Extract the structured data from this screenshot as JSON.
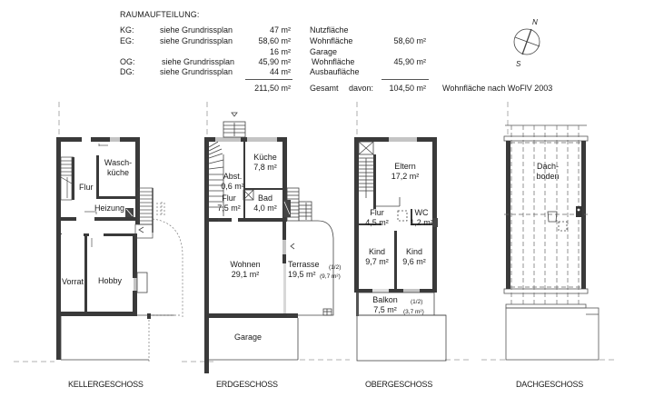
{
  "summary": {
    "title": "RAUMAUFTEILUNG:",
    "rows": [
      {
        "floor": "KG:",
        "ref": "siehe Grundrissplan",
        "area": "47 m²",
        "type": "Nutzfläche",
        "living": ""
      },
      {
        "floor": "EG:",
        "ref": "siehe Grundrissplan",
        "area": "58,60 m²",
        "type": "Wohnfläche",
        "living": "58,60 m²"
      },
      {
        "floor": "",
        "ref": "",
        "area": "16 m²",
        "type": "Garage",
        "living": ""
      },
      {
        "floor": "OG:",
        "ref": "siehe Grundrissplan",
        "area": "45,90 m²",
        "type": "Wohnfläche",
        "living": "45,90 m²"
      },
      {
        "floor": "DG:",
        "ref": "siehe Grundrissplan",
        "area": "44 m²",
        "type": "Ausbaufläche",
        "living": ""
      }
    ],
    "total_area": "211,50 m²",
    "total_label": "Gesamt",
    "davon_label": "davon:",
    "living_total": "104,50 m²",
    "living_note": "Wohnfläche nach WoFlV 2003"
  },
  "compass": {
    "north": "N",
    "south": "S",
    "icon": "compass-icon"
  },
  "floors": {
    "keller": {
      "name": "KELLERGESCHOSS",
      "rooms": {
        "waschkueche": "Wasch-\nküche",
        "waschkueche_1": "Wasch-",
        "waschkueche_2": "küche",
        "flur": "Flur",
        "heizung": "Heizung",
        "vorrat": "Vorrat",
        "hobby": "Hobby"
      }
    },
    "erd": {
      "name": "ERDGESCHOSS",
      "rooms": {
        "kueche": "Küche",
        "kueche_area": "7,8 m²",
        "abst": "Abst.",
        "abst_area": "0,6 m²",
        "flur": "Flur",
        "flur_area": "7,5 m²",
        "bad": "Bad",
        "bad_area": "4,0 m²",
        "wohnen": "Wohnen",
        "wohnen_area": "29,1 m²",
        "terrasse": "Terrasse",
        "terrasse_area": "19,5 m²",
        "terrasse_factor": "(1/2)",
        "terrasse_half": "(9,7 m²)",
        "garage": "Garage"
      }
    },
    "ober": {
      "name": "OBERGESCHOSS",
      "rooms": {
        "eltern": "Eltern",
        "eltern_area": "17,2 m²",
        "flur": "Flur",
        "flur_area": "4,5 m²",
        "wc": "WC",
        "wc_area": "1,2 m²",
        "kind1": "Kind",
        "kind1_area": "9,7 m²",
        "kind2": "Kind",
        "kind2_area": "9,6 m²",
        "balkon": "Balkon",
        "balkon_area": "7,5 m²",
        "balkon_factor": "(1/2)",
        "balkon_half": "(3,7 m²)"
      }
    },
    "dach": {
      "name": "DACHGESCHOSS",
      "rooms": {
        "dachboden_1": "Dach-",
        "dachboden_2": "boden"
      }
    }
  },
  "colors": {
    "wall": "#3a3a3a",
    "line": "#555555",
    "dash": "#777777",
    "window": "#bdbdbd"
  }
}
